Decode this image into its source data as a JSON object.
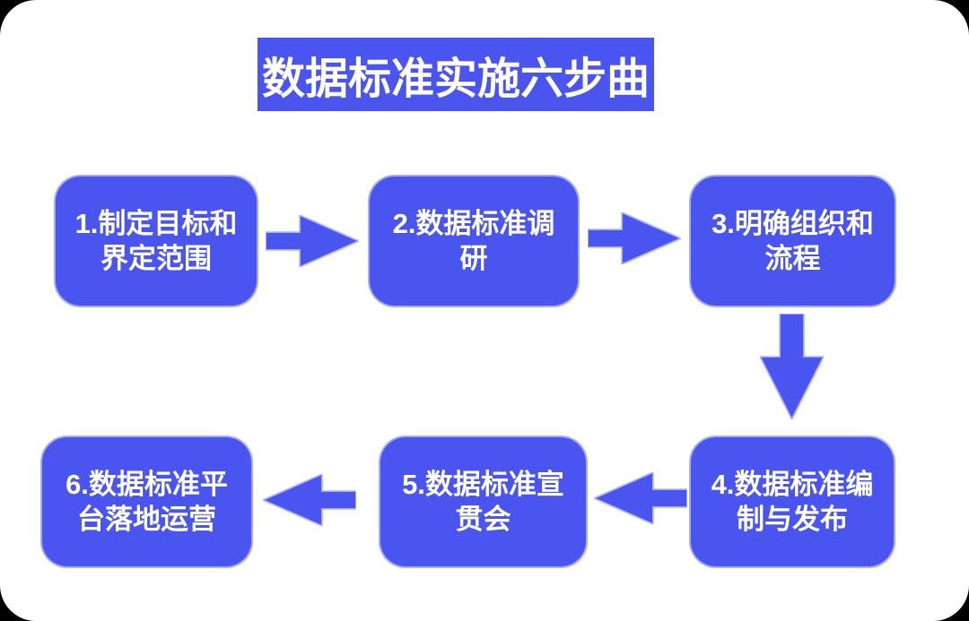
{
  "page": {
    "background_color": "#000000",
    "card_color": "#ffffff",
    "accent_color": "#4a54ee",
    "text_color": "#ffffff"
  },
  "title": {
    "text": "数据标准实施六步曲"
  },
  "flow": {
    "steps": [
      {
        "id": "1",
        "label": "1.制定目标和界定范围",
        "line1": "1.制定目标和",
        "line2": "界定范围"
      },
      {
        "id": "2",
        "label": "2.数据标准调研",
        "line1": "2.数据标准调",
        "line2": "研"
      },
      {
        "id": "3",
        "label": "3.明确组织和流程",
        "line1": "3.明确组织和",
        "line2": "流程"
      },
      {
        "id": "4",
        "label": "4.数据标准编制与发布",
        "line1": "4.数据标准编",
        "line2": "制与发布"
      },
      {
        "id": "5",
        "label": "5.数据标准宣贯会",
        "line1": "5.数据标准宣",
        "line2": "贯会"
      },
      {
        "id": "6",
        "label": "6.数据标准平台落地运营",
        "line1": "6.数据标准平",
        "line2": "台落地运营"
      }
    ],
    "arrows": [
      {
        "from": "step-1",
        "to": "step-2",
        "direction": "right"
      },
      {
        "from": "step-2",
        "to": "step-3",
        "direction": "right"
      },
      {
        "from": "step-3",
        "to": "step-4",
        "direction": "down"
      },
      {
        "from": "step-4",
        "to": "step-5",
        "direction": "left"
      },
      {
        "from": "step-5",
        "to": "step-6",
        "direction": "left"
      }
    ]
  }
}
